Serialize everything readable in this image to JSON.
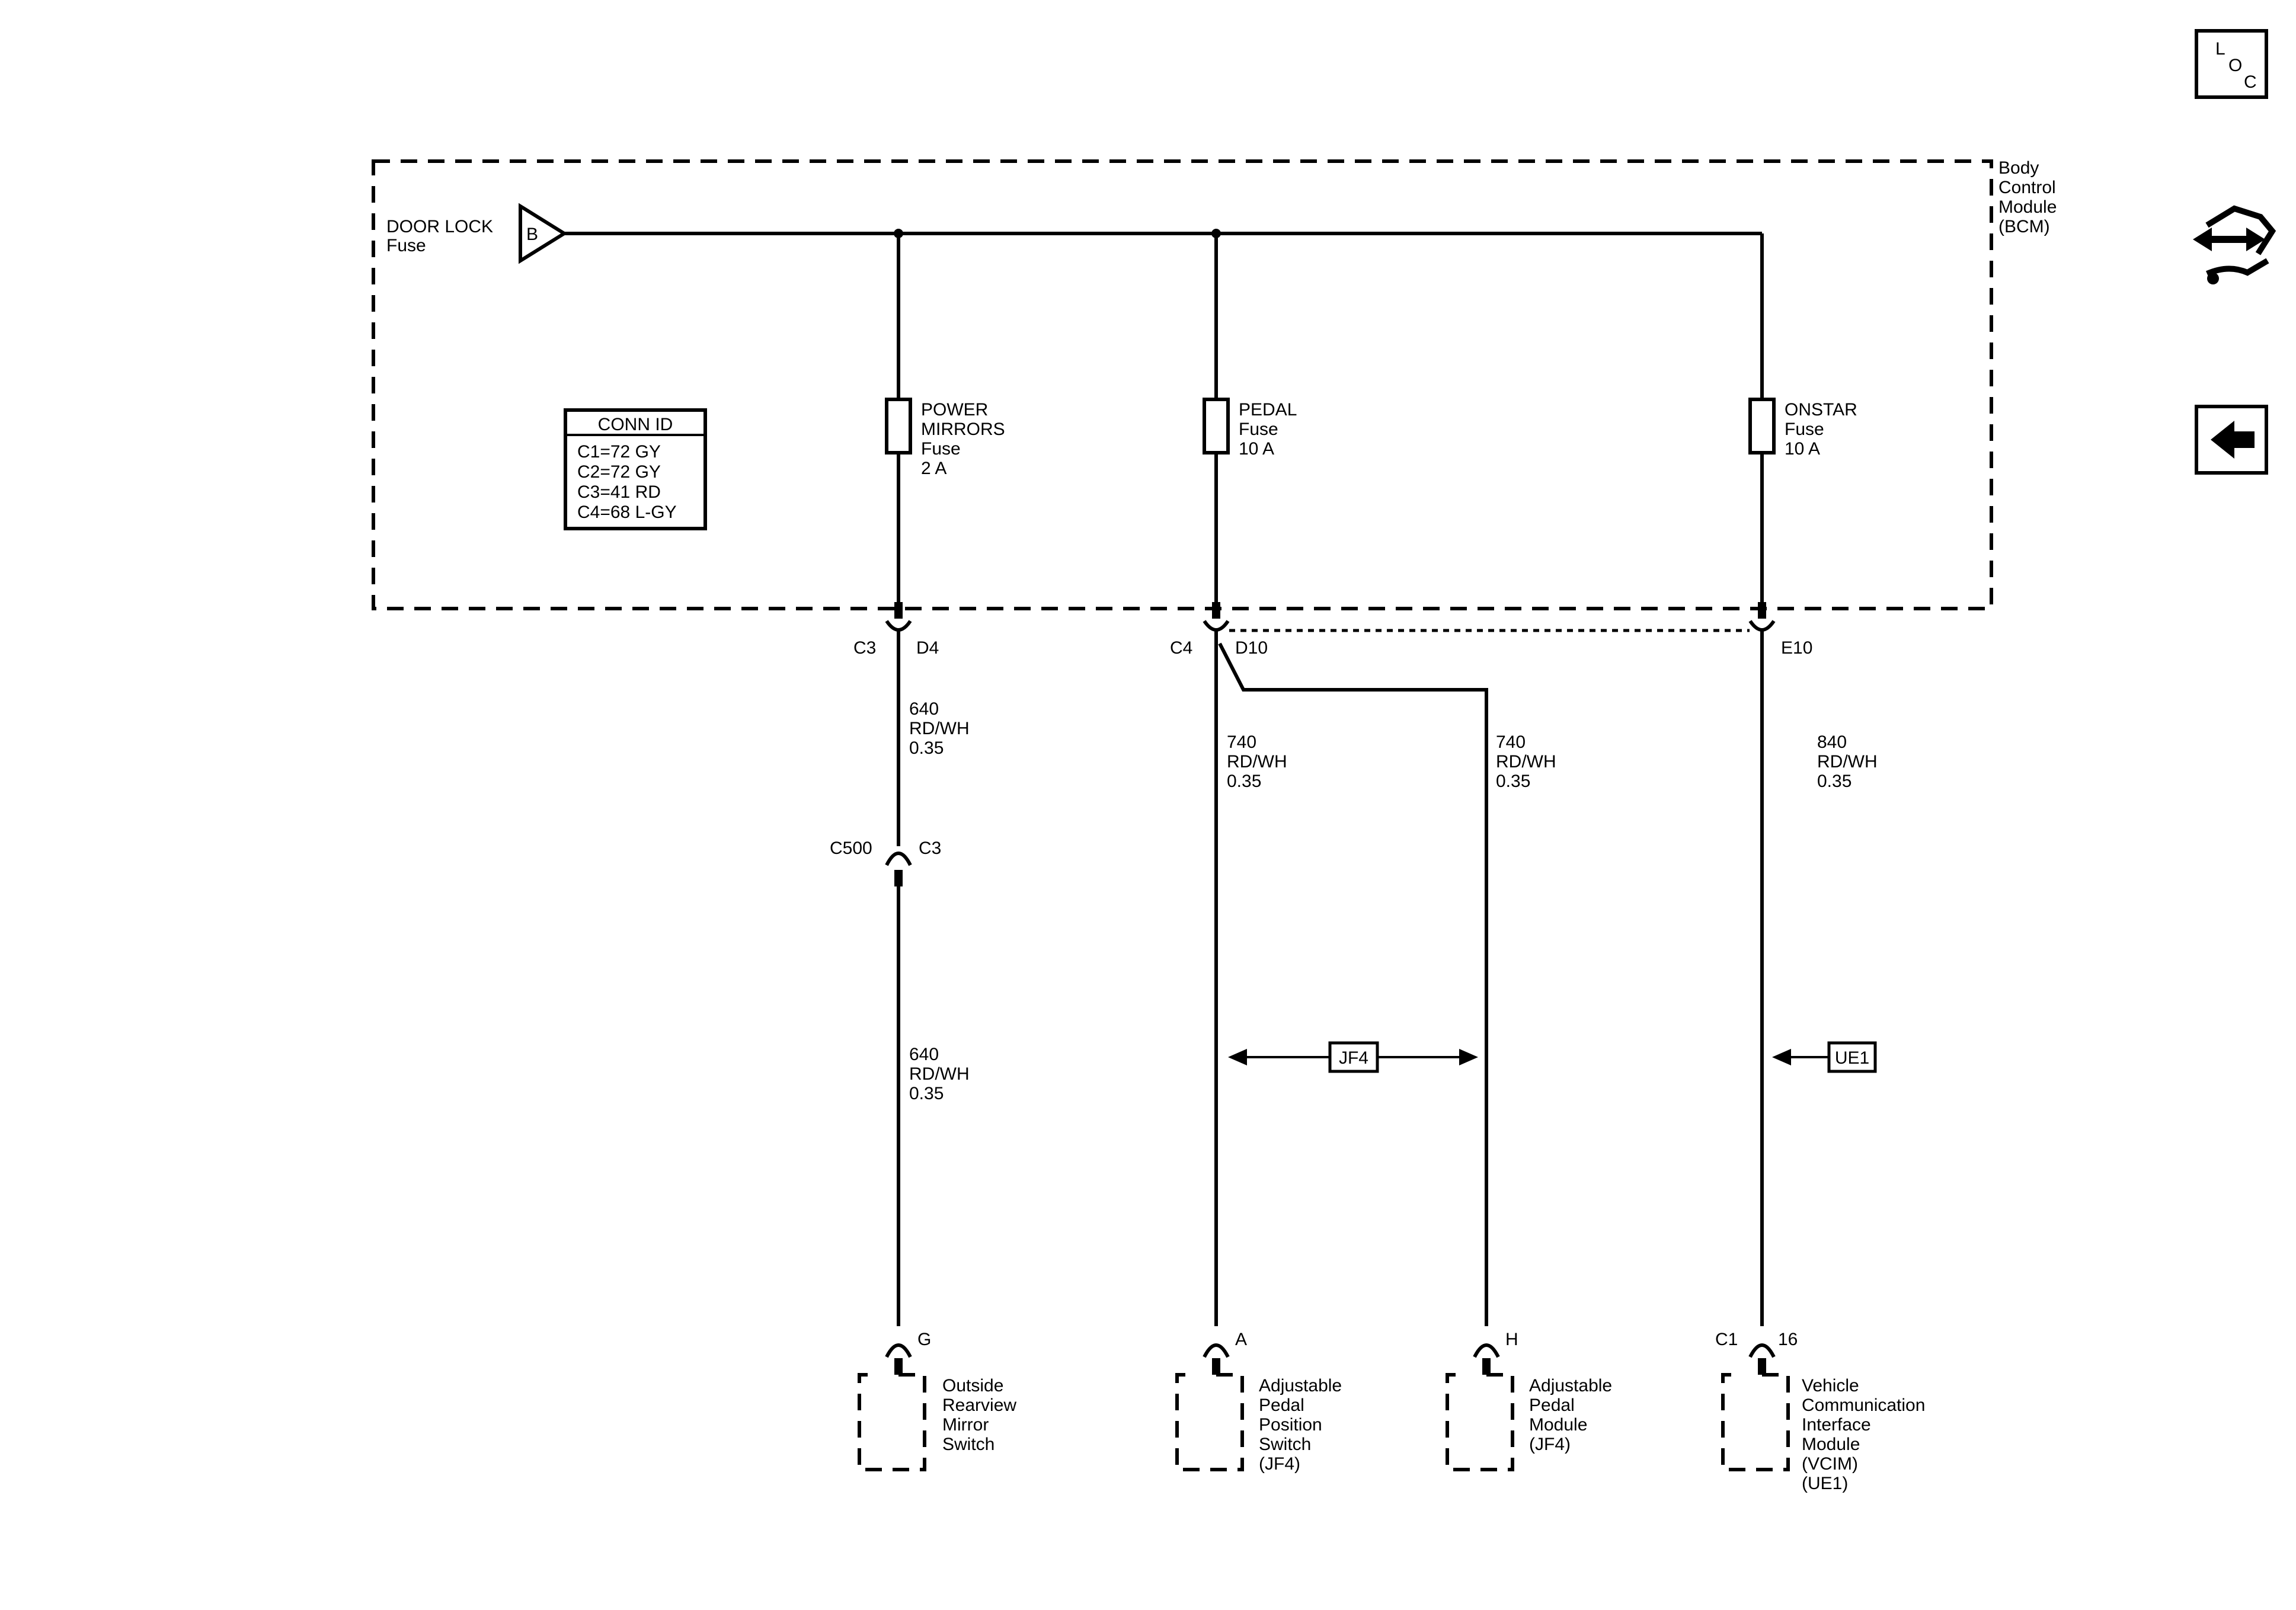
{
  "bcm": {
    "label": [
      "Body",
      "Control",
      "Module",
      "(BCM)"
    ]
  },
  "source": {
    "name": [
      "DOOR LOCK",
      "Fuse"
    ],
    "terminal": "B"
  },
  "conn_id": {
    "title": "CONN ID",
    "rows": [
      "C1=72 GY",
      "C2=72 GY",
      "C3=41 RD",
      "C4=68 L-GY"
    ]
  },
  "fuses": {
    "power_mirrors": [
      "POWER",
      "MIRRORS",
      "Fuse",
      "2 A"
    ],
    "pedal": [
      "PEDAL",
      "Fuse",
      "10 A"
    ],
    "onstar": [
      "ONSTAR",
      "Fuse",
      "10 A"
    ]
  },
  "pins": {
    "c3": "C3",
    "d4": "D4",
    "c4": "C4",
    "d10": "D10",
    "e10": "E10",
    "c500": "C500",
    "c500_c3": "C3",
    "g": "G",
    "a": "A",
    "h": "H",
    "c1": "C1",
    "p16": "16"
  },
  "wires": {
    "w640_top": [
      "640",
      "RD/WH",
      "0.35"
    ],
    "w640_bottom": [
      "640",
      "RD/WH",
      "0.35"
    ],
    "w740_left": [
      "740",
      "RD/WH",
      "0.35"
    ],
    "w740_right": [
      "740",
      "RD/WH",
      "0.35"
    ],
    "w840": [
      "840",
      "RD/WH",
      "0.35"
    ]
  },
  "options": {
    "jf4": "JF4",
    "ue1": "UE1"
  },
  "components": {
    "mirror_switch": [
      "Outside",
      "Rearview",
      "Mirror",
      "Switch"
    ],
    "pedal_switch": [
      "Adjustable",
      "Pedal",
      "Position",
      "Switch",
      "(JF4)"
    ],
    "pedal_module": [
      "Adjustable",
      "Pedal",
      "Module",
      "(JF4)"
    ],
    "vcim": [
      "Vehicle",
      "Communication",
      "Interface",
      "Module",
      "(VCIM)",
      "(UE1)"
    ]
  },
  "nav": {
    "loc_letters": [
      "L",
      "O",
      "C"
    ],
    "icons": [
      "loc-icon",
      "component-view-icon",
      "back-arrow-icon"
    ]
  }
}
